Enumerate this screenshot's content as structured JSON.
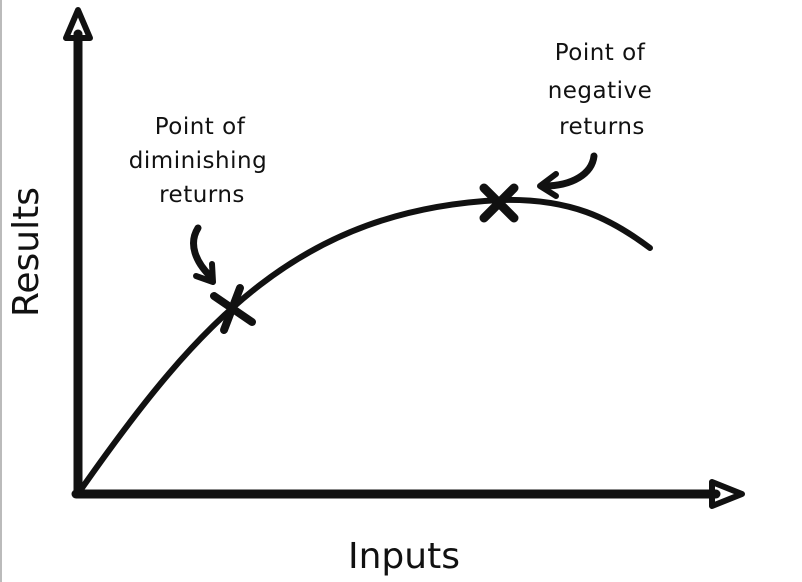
{
  "colors": {
    "ink": "#111111",
    "background": "#ffffff"
  },
  "axes": {
    "x_label": "Inputs",
    "y_label": "Results"
  },
  "annotations": {
    "diminishing": [
      "Point of",
      "diminishing",
      "returns"
    ],
    "negative": [
      "Point of",
      "negative",
      "returns"
    ]
  },
  "markers": {
    "diminishing_icon": "x-mark-icon",
    "negative_icon": "x-mark-icon",
    "pointer_icon": "curved-arrow-icon"
  }
}
